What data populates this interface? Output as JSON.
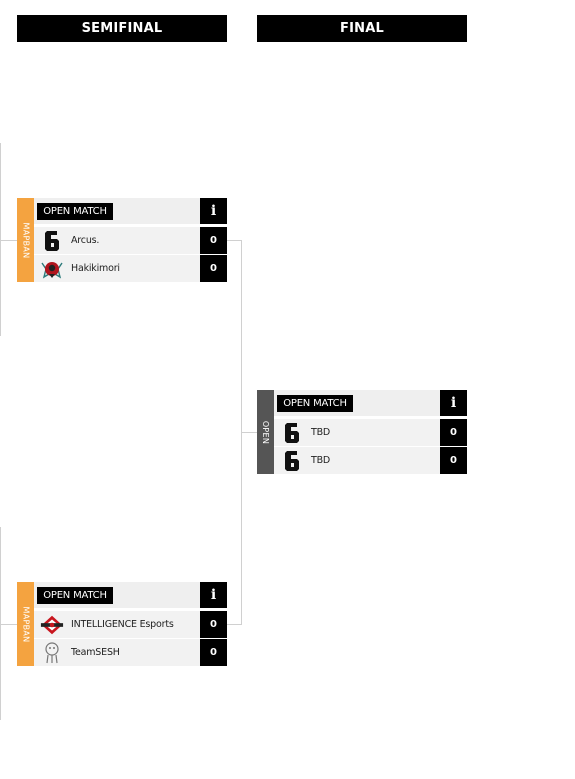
{
  "rounds": [
    {
      "title": "SEMIFINAL"
    },
    {
      "title": "FINAL"
    }
  ],
  "matches": [
    {
      "side_label": "MAPBAN",
      "tag": "OPEN MATCH",
      "info": "i",
      "teams": [
        {
          "name": "Arcus.",
          "score": "0",
          "logo": "r6-siege-icon"
        },
        {
          "name": "Hakikimori",
          "score": "0",
          "logo": "hakikimori-logo-icon"
        }
      ]
    },
    {
      "side_label": "MAPBAN",
      "tag": "OPEN MATCH",
      "info": "i",
      "teams": [
        {
          "name": "INTELLIGENCE Esports",
          "score": "0",
          "logo": "intelligence-esports-logo-icon"
        },
        {
          "name": "TeamSESH",
          "score": "0",
          "logo": "teamsesh-logo-icon"
        }
      ]
    },
    {
      "side_label": "OPEN",
      "tag": "OPEN MATCH",
      "info": "i",
      "teams": [
        {
          "name": "TBD",
          "score": "0",
          "logo": "r6-siege-icon"
        },
        {
          "name": "TBD",
          "score": "0",
          "logo": "r6-siege-icon"
        }
      ]
    }
  ],
  "colors": {
    "mapban": "#f4a340",
    "open": "#555555",
    "header": "#000000",
    "row_bg": "#f2f2f2",
    "connector": "#d0d0d0"
  }
}
